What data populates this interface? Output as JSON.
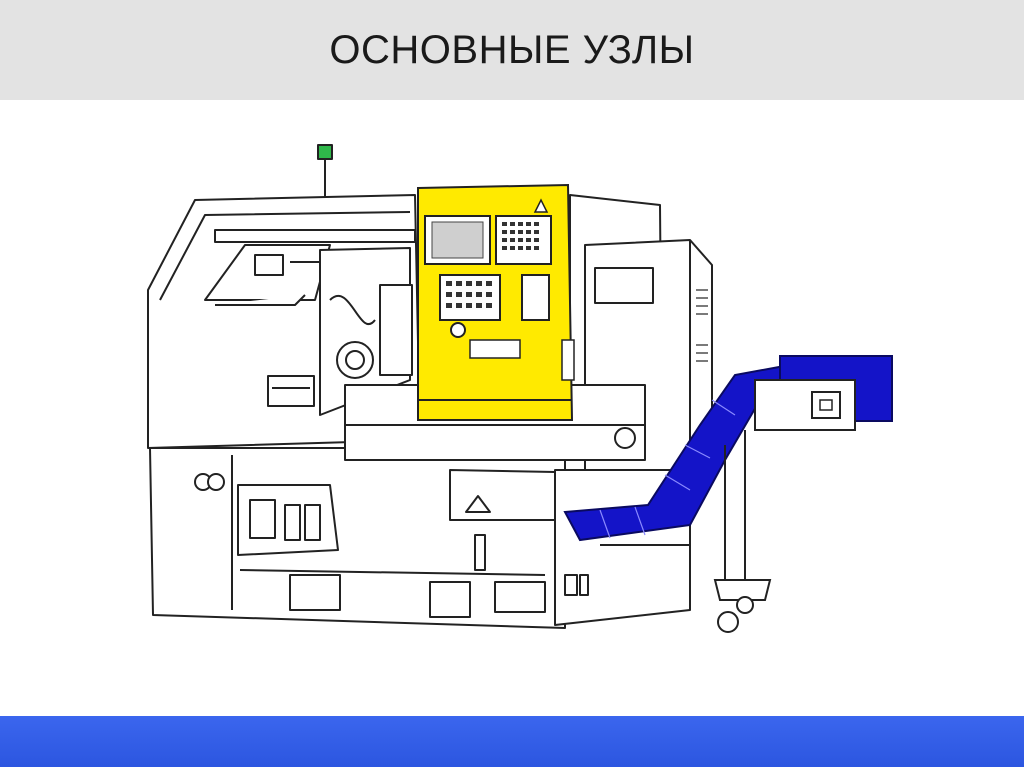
{
  "slide": {
    "title": "ОСНОВНЫЕ УЗЛЫ"
  },
  "colors": {
    "header_bg": "#e3e3e3",
    "footer_bar": "#3b66ee",
    "control_panel_highlight": "#ffea00",
    "chip_conveyor_highlight": "#1414c8",
    "line": "#222222"
  },
  "diagram": {
    "subject": "cnc-lathe-machine",
    "highlighted_parts": [
      "control-panel",
      "chip-conveyor"
    ]
  }
}
